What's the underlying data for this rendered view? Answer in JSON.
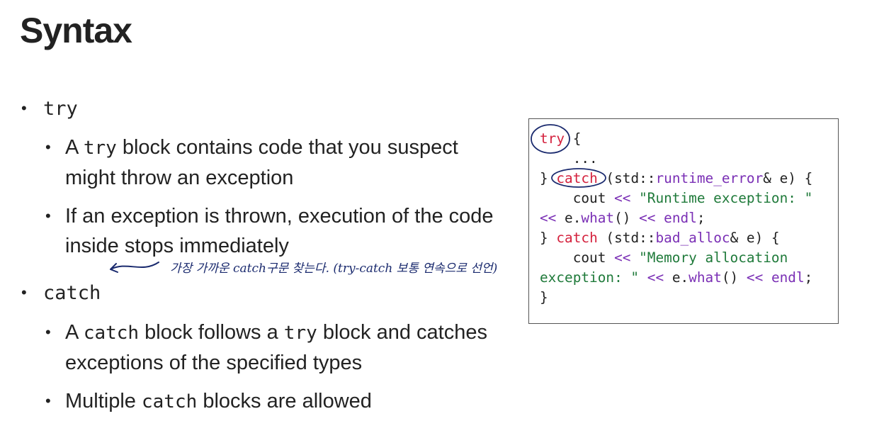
{
  "title": "Syntax",
  "sections": [
    {
      "heading": "try",
      "items": [
        {
          "pre": "A ",
          "code": "try",
          "post": " block contains code that you suspect might throw an exception"
        },
        {
          "text": "If an exception is thrown, execution of the code inside stops immediately"
        }
      ]
    },
    {
      "heading": "catch",
      "items": [
        {
          "pre": "A ",
          "code": "catch",
          "mid": " block follows a ",
          "code2": "try",
          "post": " block and catches exceptions of the specified types"
        },
        {
          "pre": "Multiple ",
          "code": "catch",
          "post": " blocks are allowed"
        }
      ]
    }
  ],
  "code": {
    "try": "try",
    "brace_open": " {",
    "ellipsis": "    ...",
    "close_brace": "}",
    "catch1": "catch",
    "ns1": " (std::",
    "type1": "runtime_error",
    "amp_e1": "& e) {",
    "cout1": "    cout ",
    "op": "<<",
    "str1": " \"Runtime exception: \"",
    "ewhat": " e.",
    "what": "what",
    "parens": "() ",
    "endl": "endl",
    "semi": ";",
    "catch2": "catch",
    "ns2": " (std::",
    "type2": "bad_alloc",
    "amp_e2": "& e) {",
    "cout2": "    cout ",
    "str2a": " \"Memory allocation",
    "str2b": "exception: \"",
    "final_brace": "}"
  },
  "colors": {
    "keyword": "#d4213d",
    "function": "#7a2fb5",
    "string": "#1f7a3a",
    "annotation": "#1a2a6e"
  },
  "annotation": {
    "text": "가장 가까운 catch구문 찾는다. (try-catch 보통 연속으로 선언)"
  }
}
